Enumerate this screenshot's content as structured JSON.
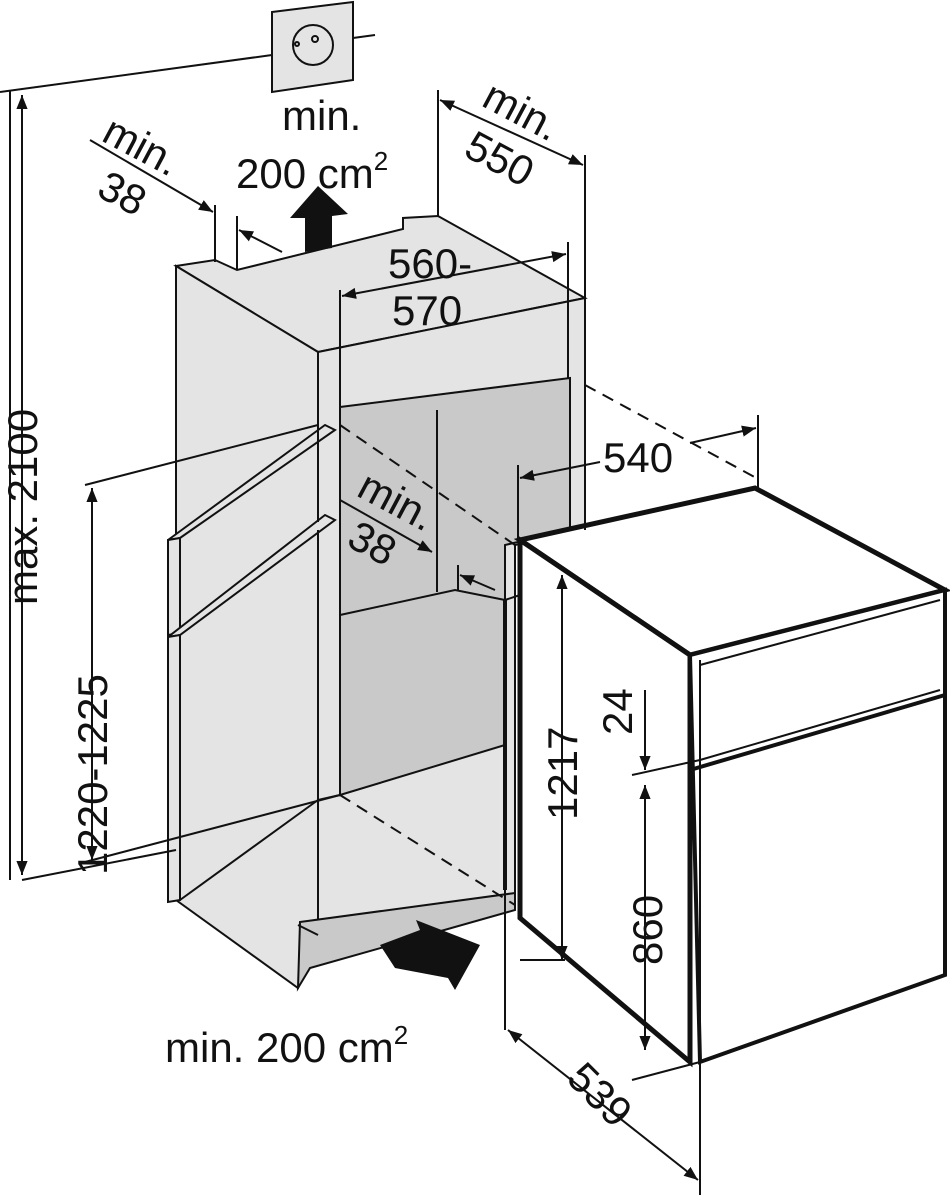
{
  "colors": {
    "wall": "#e4e4e4",
    "recess": "#c9c9c9",
    "line": "#111111",
    "background": "#ffffff"
  },
  "icons": [
    "power-socket-icon",
    "airflow-up-arrow-icon",
    "airflow-in-arrow-icon"
  ],
  "labels": {
    "top_side_gap_min": "min.",
    "top_side_gap_value": "38",
    "top_vent_min": "min.",
    "top_vent_area": "200 cm",
    "top_vent_sup": "2",
    "depth_min": "min.",
    "depth_value": "550",
    "width_line1": "560-",
    "width_line2": "570",
    "appliance_depth": "540",
    "rear_gap_min": "min.",
    "rear_gap_value": "38",
    "max_height": "max. 2100",
    "niche_height": "1220-1225",
    "appliance_height": "1217",
    "door_gap": "24",
    "lower_door_height": "860",
    "bottom_depth": "539",
    "bottom_vent": "min. 200 cm",
    "bottom_vent_sup": "2"
  }
}
